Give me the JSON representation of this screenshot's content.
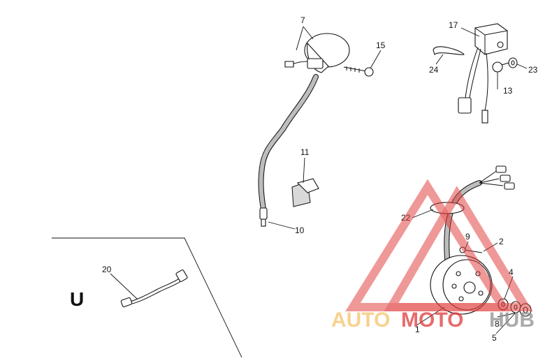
{
  "callouts": {
    "n1": "1",
    "n2": "2",
    "n4": "4",
    "n5": "5",
    "n7": "7",
    "n8": "8",
    "n9": "9",
    "n10": "10",
    "n11": "11",
    "n13": "13",
    "n15": "15",
    "n17": "17",
    "n20": "20",
    "n22": "22",
    "n23": "23",
    "n24": "24"
  },
  "variant_label": "U",
  "watermark": {
    "part1": "AUTO",
    "part2": "MOTO",
    "part3": "HUB",
    "color_orange": "#f5c36a",
    "color_red": "#e03a3a",
    "color_grey": "#8f8f8f"
  }
}
